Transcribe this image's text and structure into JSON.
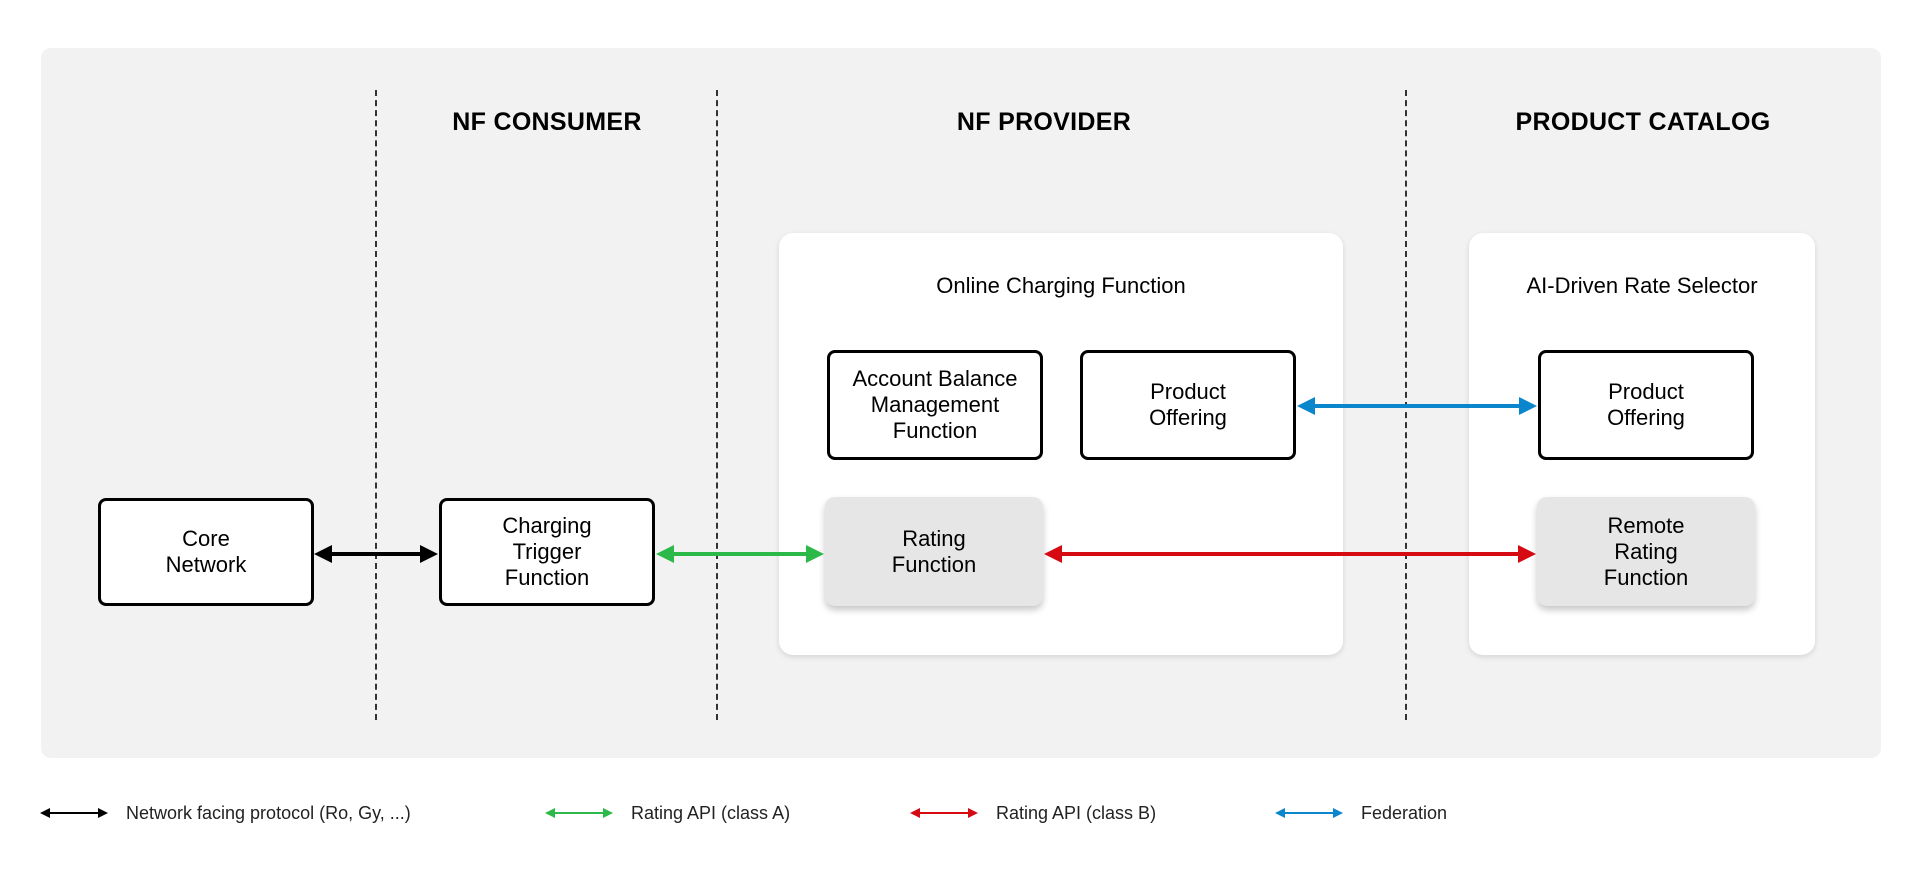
{
  "columns": {
    "consumer": "NF CONSUMER",
    "provider": "NF PROVIDER",
    "catalog": "PRODUCT CATALOG"
  },
  "cards": {
    "ocf_title": "Online Charging Function",
    "ai_title": "AI-Driven Rate Selector"
  },
  "boxes": {
    "core_network": "Core\nNetwork",
    "charging_trigger": "Charging\nTrigger\nFunction",
    "account_balance": "Account Balance\nManagement\nFunction",
    "product_offering_provider": "Product\nOffering",
    "rating_function": "Rating\nFunction",
    "product_offering_catalog": "Product\nOffering",
    "remote_rating": "Remote\nRating\nFunction"
  },
  "legend": [
    {
      "label": "Network facing protocol (Ro, Gy, ...)",
      "color": "#000000"
    },
    {
      "label": "Rating API (class A)",
      "color": "#2db84a"
    },
    {
      "label": "Rating API (class B)",
      "color": "#d60a12"
    },
    {
      "label": "Federation",
      "color": "#0a86cd"
    }
  ],
  "colors": {
    "network": "#000000",
    "class_a": "#2db84a",
    "class_b": "#d60a12",
    "federation": "#0a86cd"
  }
}
